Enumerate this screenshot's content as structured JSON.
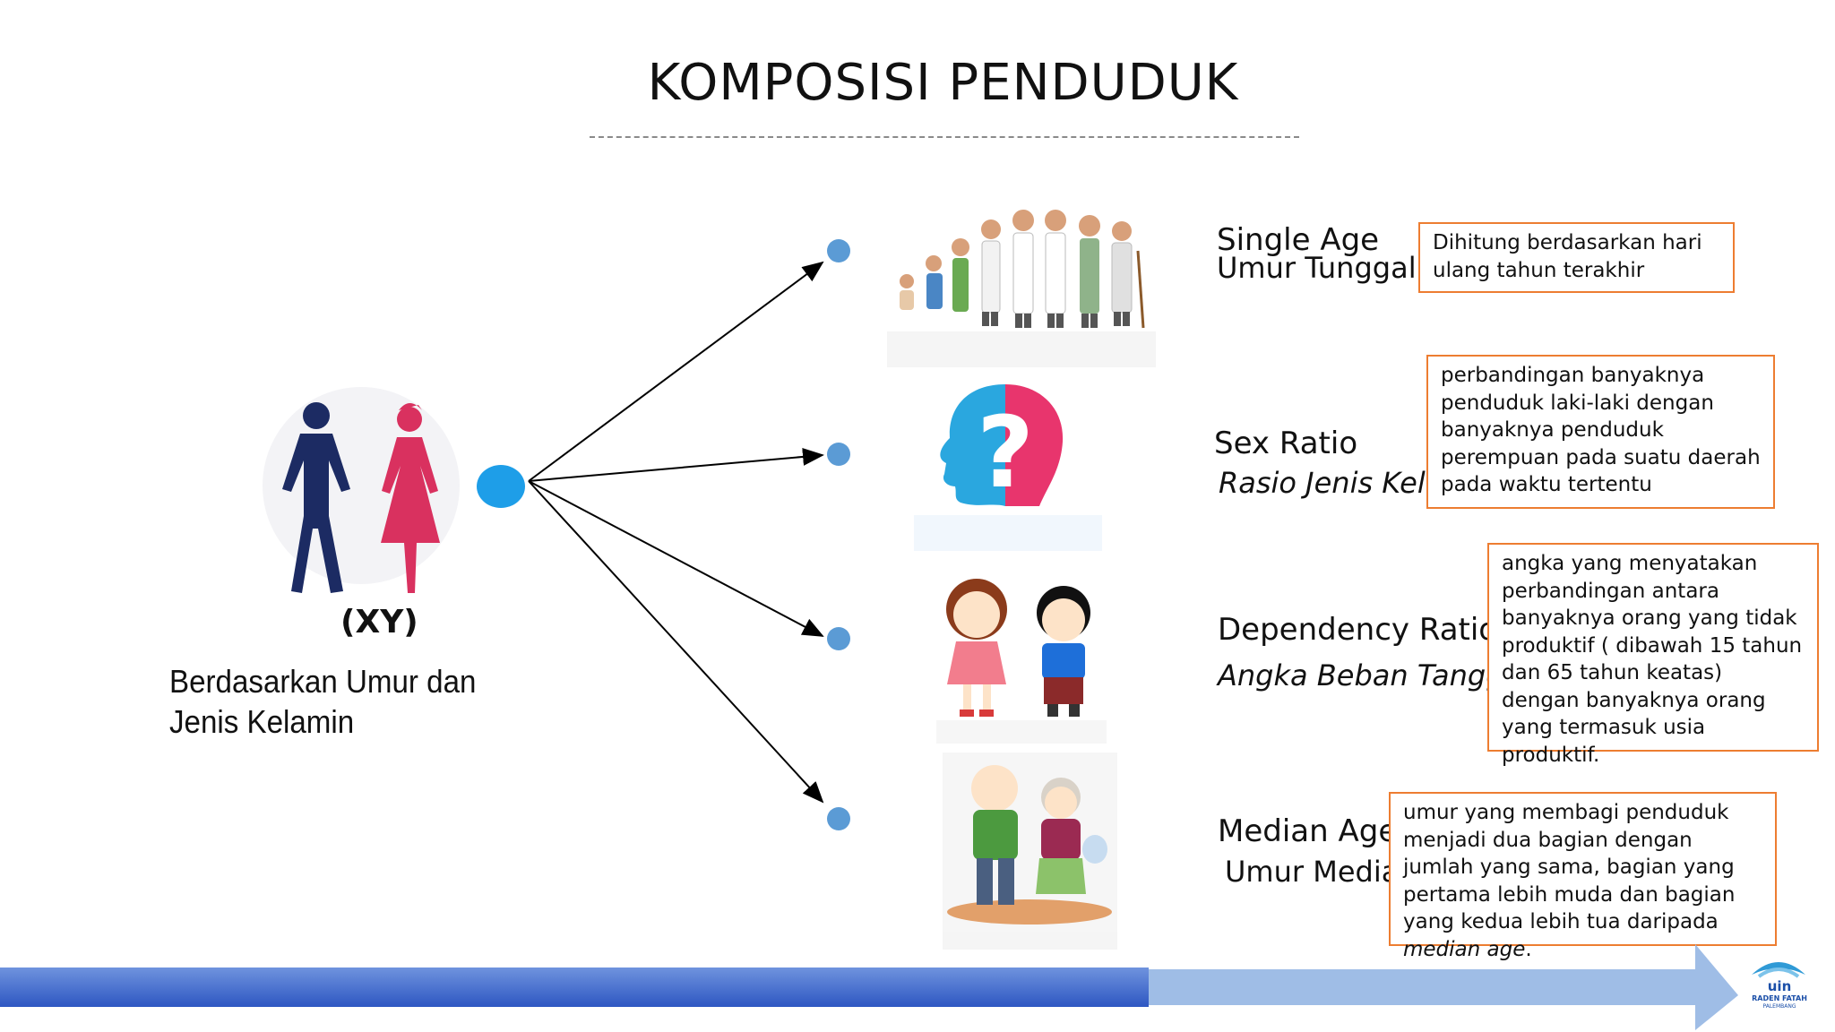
{
  "title": "KOMPOSISI PENDUDUK",
  "left": {
    "xy_label": "(XY)",
    "description": "Berdasarkan Umur dan Jenis Kelamin"
  },
  "items": [
    {
      "label_en": "Single Age",
      "label_id": "Umur Tunggal",
      "description": "Dihitung berdasarkan hari ulang tahun terakhir"
    },
    {
      "label_en": "Sex Ratio",
      "label_id": "Rasio Jenis Kelamin",
      "description": "perbandingan banyaknya penduduk laki-laki dengan banyaknya penduduk perempuan pada suatu daerah pada waktu tertentu"
    },
    {
      "label_en": "Dependency Ratio",
      "label_id": "Angka Beban Tanggungan",
      "description": "angka yang menyatakan perbandingan antara banyaknya orang yang tidak produktif ( dibawah 15 tahun dan 65 tahun keatas) dengan banyaknya orang yang termasuk usia produktif."
    },
    {
      "label_en": "Median Age",
      "label_id": "Umur Median",
      "description_main": "umur yang membagi penduduk menjadi dua bagian dengan jumlah yang sama, bagian yang pertama lebih muda dan bagian yang kedua lebih tua daripada",
      "description_em": "median age",
      "description_end": "."
    }
  ],
  "logo": {
    "text": "uin",
    "subtext": "RADEN FATAH",
    "subtext2": "PALEMBANG"
  },
  "colors": {
    "box_border": "#ed7d31",
    "node_blue": "#1e9ee8",
    "dot_blue": "#5b9bd5",
    "male": "#1c2b63",
    "female": "#d9315f",
    "bar_dark": "#3a63c9",
    "bar_light": "#9fbde6"
  }
}
